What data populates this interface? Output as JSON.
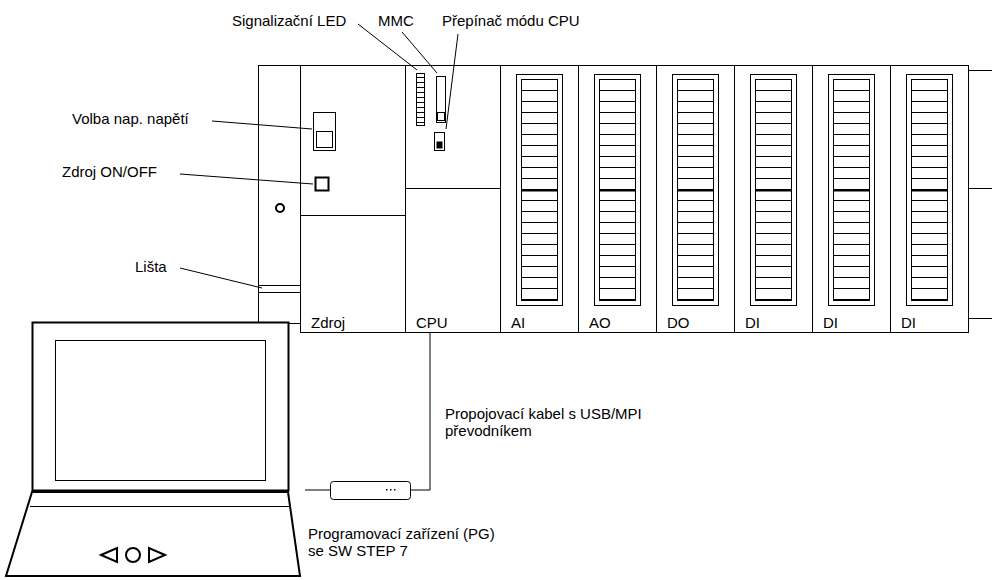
{
  "diagram": {
    "nodes": [
      {
        "text": [
          "Zdroj"
        ]
      },
      {
        "text": [
          "CPU"
        ]
      },
      {
        "text": [
          "AI"
        ]
      },
      {
        "text": [
          "AO"
        ]
      },
      {
        "text": [
          "DO"
        ]
      },
      {
        "text": [
          "DI"
        ]
      },
      {
        "text": [
          "DI"
        ]
      },
      {
        "text": [
          "DI"
        ]
      },
      {
        "text": [
          "Programovací zařízení (PG) se SW STEP 7"
        ]
      }
    ],
    "edges": [
      {
        "from": 1,
        "to": 8,
        "arrow": "none",
        "label": "Propojovací kabel s USB/MPI převodníkem"
      }
    ],
    "labels": [
      "Signalizační LED",
      "MMC",
      "Přepínač módu CPU",
      "Volba nap. napětí",
      "Zdroj ON/OFF",
      "Lišta"
    ]
  }
}
